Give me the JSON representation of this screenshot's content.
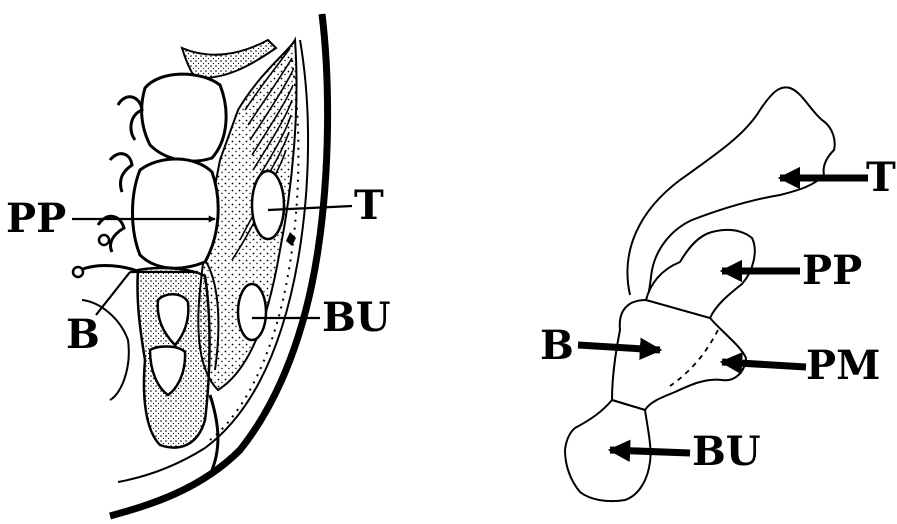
{
  "left_panel": {
    "labels": {
      "pp": "PP",
      "t": "T",
      "b": "B",
      "bu": "BU"
    }
  },
  "right_panel": {
    "labels": {
      "t": "T",
      "pp": "PP",
      "b": "B",
      "pm": "PM",
      "bu": "BU"
    }
  },
  "colors": {
    "ink": "#000000",
    "paper": "#ffffff"
  }
}
